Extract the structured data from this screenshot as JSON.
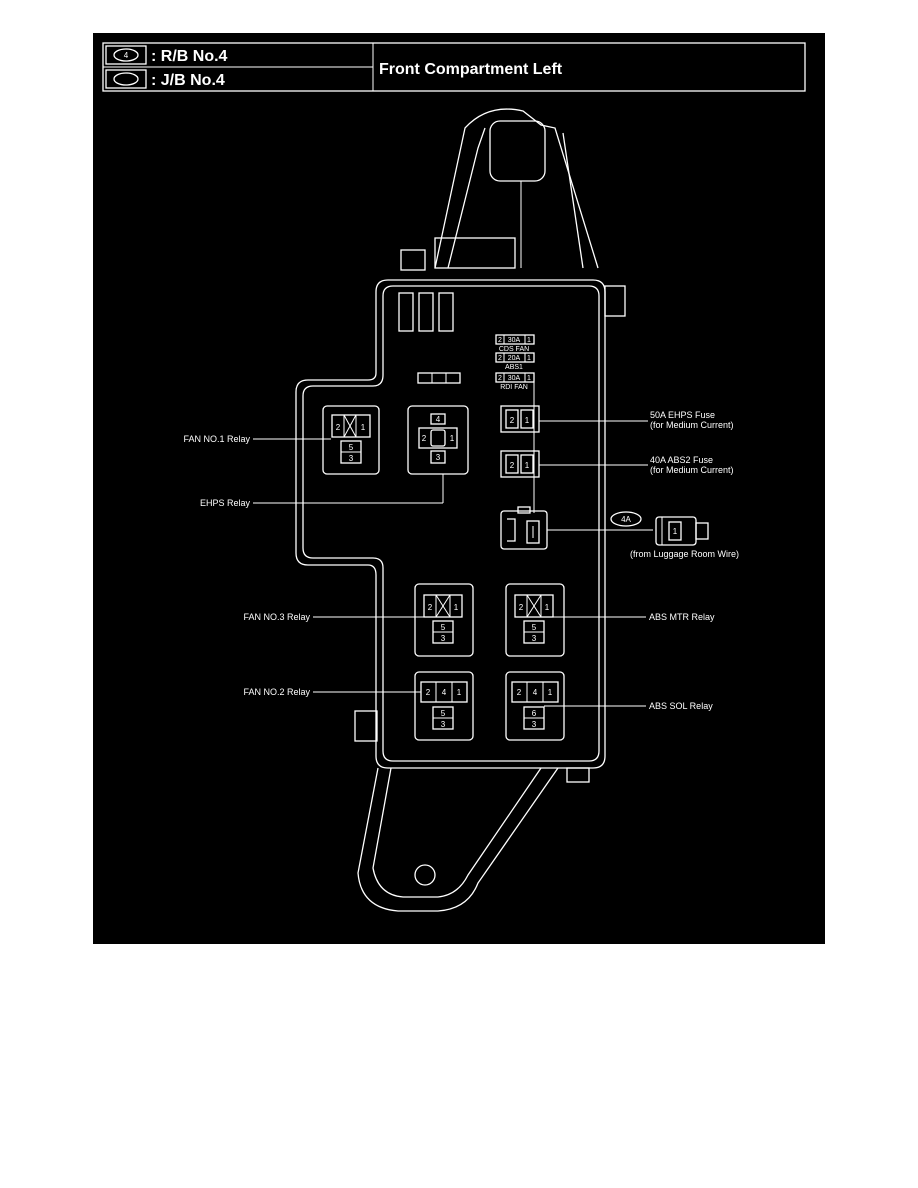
{
  "header": {
    "legend_rb": ": R/B No.4",
    "legend_rb_symbol": "4",
    "legend_jb": ": J/B No.4",
    "title": "Front Compartment Left"
  },
  "fuses_small": [
    {
      "left_pin": "2",
      "rating": "30A",
      "right_pin": "1",
      "name": "CDS FAN"
    },
    {
      "left_pin": "2",
      "rating": "20A",
      "right_pin": "1",
      "name": "ABS1"
    },
    {
      "left_pin": "2",
      "rating": "30A",
      "right_pin": "1",
      "name": "RDI FAN"
    }
  ],
  "callouts": {
    "fan1": "FAN NO.1 Relay",
    "ehps_relay": "EHPS Relay",
    "ehps_fuse": "50A EHPS Fuse",
    "ehps_fuse_sub": "(for Medium Current)",
    "abs2_fuse": "40A ABS2 Fuse",
    "abs2_fuse_sub": "(for Medium Current)",
    "connector_tag": "4A",
    "luggage": "(from Luggage Room Wire)",
    "fan3": "FAN NO.3 Relay",
    "abs_mtr": "ABS MTR Relay",
    "fan2": "FAN NO.2 Relay",
    "abs_sol": "ABS SOL Relay"
  },
  "pins": {
    "p1": "1",
    "p2": "2",
    "p3": "3",
    "p4": "4",
    "p5": "5",
    "p6": "6"
  },
  "colors": {
    "background": "#000000",
    "lines": "#ffffff"
  }
}
